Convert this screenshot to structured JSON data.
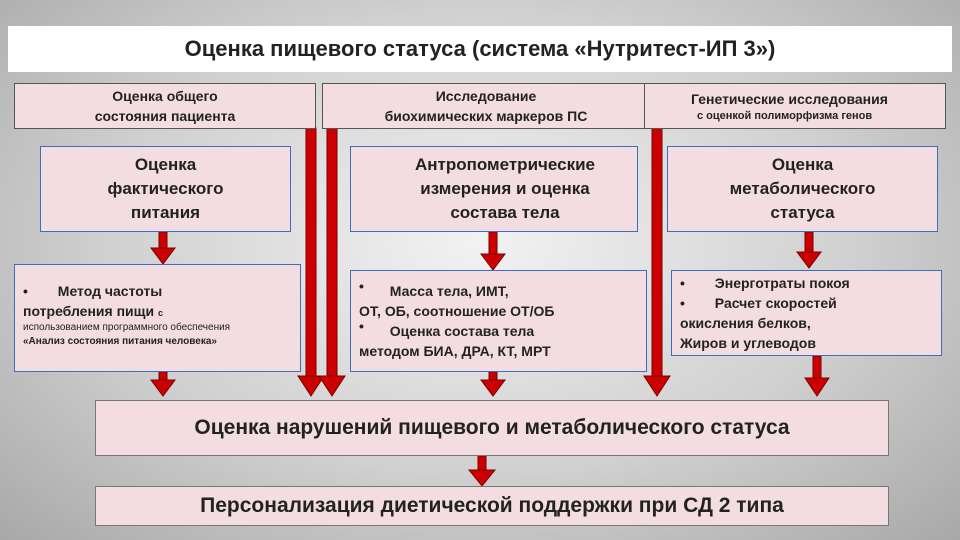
{
  "title": "Оценка пищевого статуса (система «Нутритест-ИП 3»)",
  "top": {
    "left": [
      "Оценка общего",
      "состояния пациента"
    ],
    "center": [
      "Исследование",
      "биохимических маркеров ПС"
    ],
    "right": [
      "Генетические исследования",
      "с оценкой полиморфизма генов"
    ]
  },
  "mid": {
    "left": [
      "Оценка",
      "фактического",
      "питания"
    ],
    "center": [
      "Антропометрические",
      "измерения и оценка",
      "состава тела"
    ],
    "right": [
      "Оценка",
      "метаболического",
      "статуса"
    ]
  },
  "lists": {
    "left": {
      "bullet": "•",
      "line1": "Метод частоты",
      "line2": "потребления пищи",
      "line2_small": "с",
      "line3": "использованием программного обеспечения",
      "line4": "«Анализ состояния питания человека»"
    },
    "center": {
      "bullet1": "•",
      "item1_line1": "Масса тела, ИМТ,",
      "item1_line2": "ОТ, ОБ, соотношение ОТ/ОБ",
      "bullet2": "•",
      "item2_line1": "Оценка состава тела",
      "item2_line2": "методом БИА, ДРА, КТ, МРТ"
    },
    "right": {
      "bullet1": "•",
      "item1": "Энерготраты покоя",
      "bullet2": "•",
      "item2_line1": "Расчет скоростей",
      "item2_line2": "окисления белков,",
      "item2_line3": "Жиров и углеводов"
    }
  },
  "bottom1": "Оценка нарушений пищевого и метаболического статуса",
  "bottom2": "Персонализация диетической поддержки при СД 2 типа",
  "colors": {
    "arrow": "#cc0000",
    "box_fill": "#f3dde0",
    "box_border_blue": "#3a6fbf"
  }
}
